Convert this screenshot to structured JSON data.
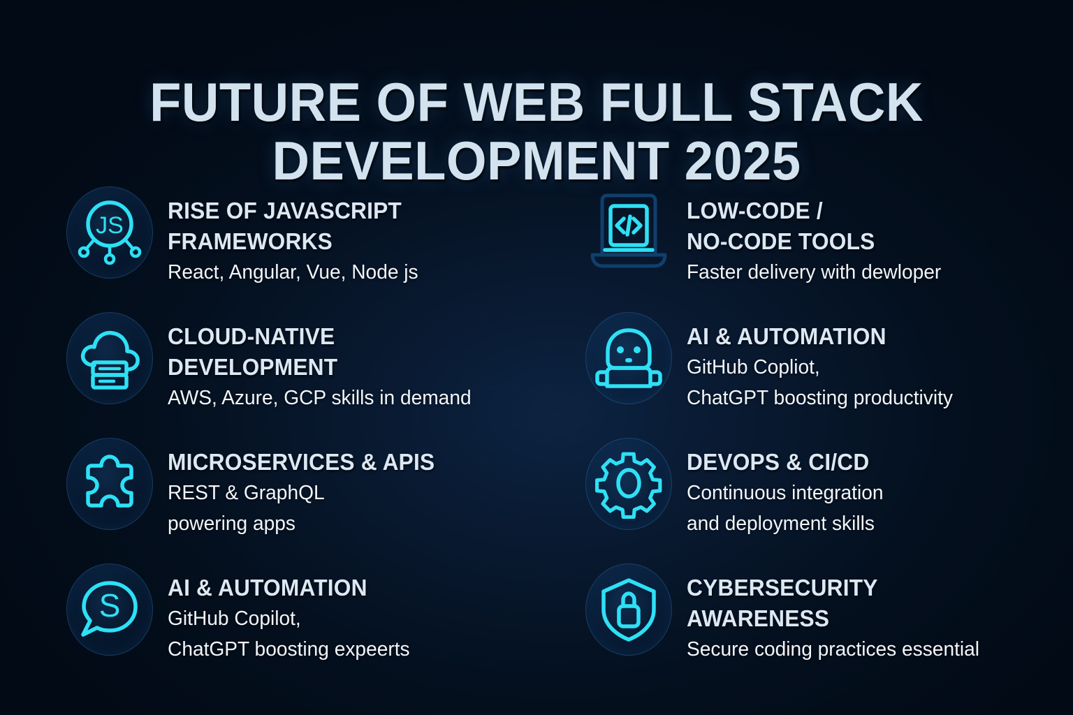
{
  "poster": {
    "title": "FUTURE OF WEB FULL STACK\nDEVELOPMENT 2025",
    "background_color": "#020a18",
    "accent_color": "#2ee0f5",
    "title_color": "#d3e2ef",
    "heading_color": "#dce8f3",
    "body_color": "#f2f6fa"
  },
  "left_column": [
    {
      "icon": "javascript-network-icon",
      "heading": "RISE OF JAVASCRIPT\nFRAMEWORKS",
      "sub": "React, Angular, Vue,  Node js"
    },
    {
      "icon": "cloud-server-icon",
      "heading": "CLOUD-NATIVE\nDEVELOPMENT",
      "sub": "AWS, Azure, GCP skills in demand"
    },
    {
      "icon": "puzzle-piece-icon",
      "heading": "MICROSERVICES & APIS",
      "sub": "REST & GraphQL\npowering apps"
    },
    {
      "icon": "speech-bubble-s-icon",
      "heading": "AI & AUTOMATION",
      "sub": "GitHub Copilot,\nChatGPT boosting expeerts"
    }
  ],
  "right_column": [
    {
      "icon": "laptop-code-icon",
      "heading": "LOW-CODE /\nNO-CODE TOOLS",
      "sub": "Faster delivery with dewloper"
    },
    {
      "icon": "robot-icon",
      "heading": "AI & AUTOMATION",
      "sub": "GitHub Copliot,\nChatGPT boosting productivity"
    },
    {
      "icon": "gear-icon",
      "heading": "DEVOPS & CI/CD",
      "sub": "Continuous integration\nand deployment skills"
    },
    {
      "icon": "shield-lock-icon",
      "heading": "CYBERSECURITY\nAWARENESS",
      "sub": "Secure coding practices essential"
    }
  ],
  "icon_labels": {
    "js": "JS",
    "code": "</>",
    "s": "S"
  }
}
